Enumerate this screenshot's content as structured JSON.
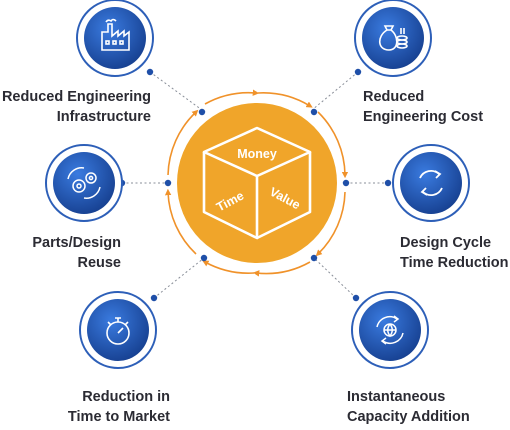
{
  "center": {
    "faces": [
      "Money",
      "Time",
      "Value"
    ]
  },
  "benefits": [
    {
      "id": "infrastructure",
      "icon": "factory-icon",
      "lines": [
        "Reduced Engineering",
        "Infrastructure"
      ]
    },
    {
      "id": "cost",
      "icon": "money-bag-coins-icon",
      "lines": [
        "Reduced",
        "Engineering Cost"
      ]
    },
    {
      "id": "reuse",
      "icon": "gears-cycle-icon",
      "lines": [
        "Parts/Design",
        "Reuse"
      ]
    },
    {
      "id": "cycle",
      "icon": "circular-arrows-icon",
      "lines": [
        "Design Cycle",
        "Time Reduction"
      ]
    },
    {
      "id": "market",
      "icon": "stopwatch-icon",
      "lines": [
        "Reduction in",
        "Time to Market"
      ]
    },
    {
      "id": "capacity",
      "icon": "globe-sync-icon",
      "lines": [
        "Instantaneous",
        "Capacity Addition"
      ]
    }
  ],
  "colors": {
    "hub": "#f0a52a",
    "hub_ring": "#f4ad3c",
    "arrow": "#f0922a",
    "icon_blue": "#1f4fa8",
    "icon_blue_light": "#2f6bc9",
    "dot": "#1f4fa8",
    "text": "#2b2b33"
  }
}
